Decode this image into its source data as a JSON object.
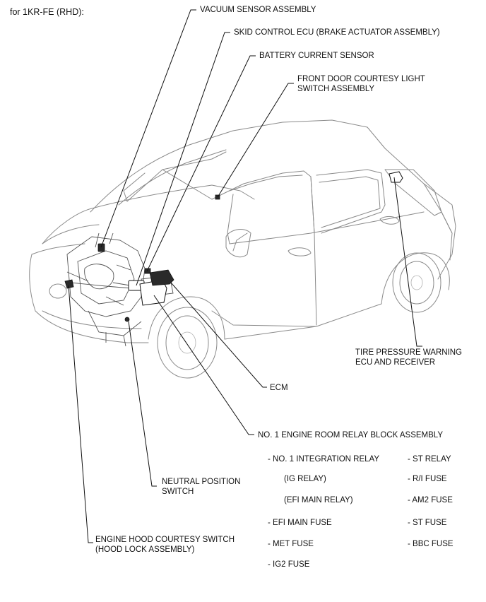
{
  "title": "for 1KR-FE (RHD):",
  "labels": {
    "vacuum_sensor": "VACUUM SENSOR ASSEMBLY",
    "skid_control": "SKID CONTROL ECU (BRAKE ACTUATOR ASSEMBLY)",
    "battery_current": "BATTERY CURRENT SENSOR",
    "front_door_line1": "FRONT DOOR COURTESY LIGHT",
    "front_door_line2": "SWITCH ASSEMBLY",
    "tire_pressure_line1": "TIRE PRESSURE WARNING",
    "tire_pressure_line2": "ECU AND RECEIVER",
    "ecm": "ECM",
    "relay_block": "NO. 1 ENGINE ROOM RELAY BLOCK ASSEMBLY",
    "neutral_line1": "NEUTRAL POSITION",
    "neutral_line2": "SWITCH",
    "hood_line1": "ENGINE HOOD COURTESY SWITCH",
    "hood_line2": "(HOOD LOCK ASSEMBLY)"
  },
  "relay_block_contents": {
    "left": [
      "- NO. 1 INTEGRATION RELAY",
      "(IG RELAY)",
      "(EFI MAIN RELAY)",
      "- EFI MAIN FUSE",
      "- MET FUSE",
      "- IG2 FUSE"
    ],
    "right": [
      "- ST RELAY",
      "- R/I FUSE",
      "- AM2 FUSE",
      "- ST FUSE",
      "- BBC FUSE"
    ]
  }
}
